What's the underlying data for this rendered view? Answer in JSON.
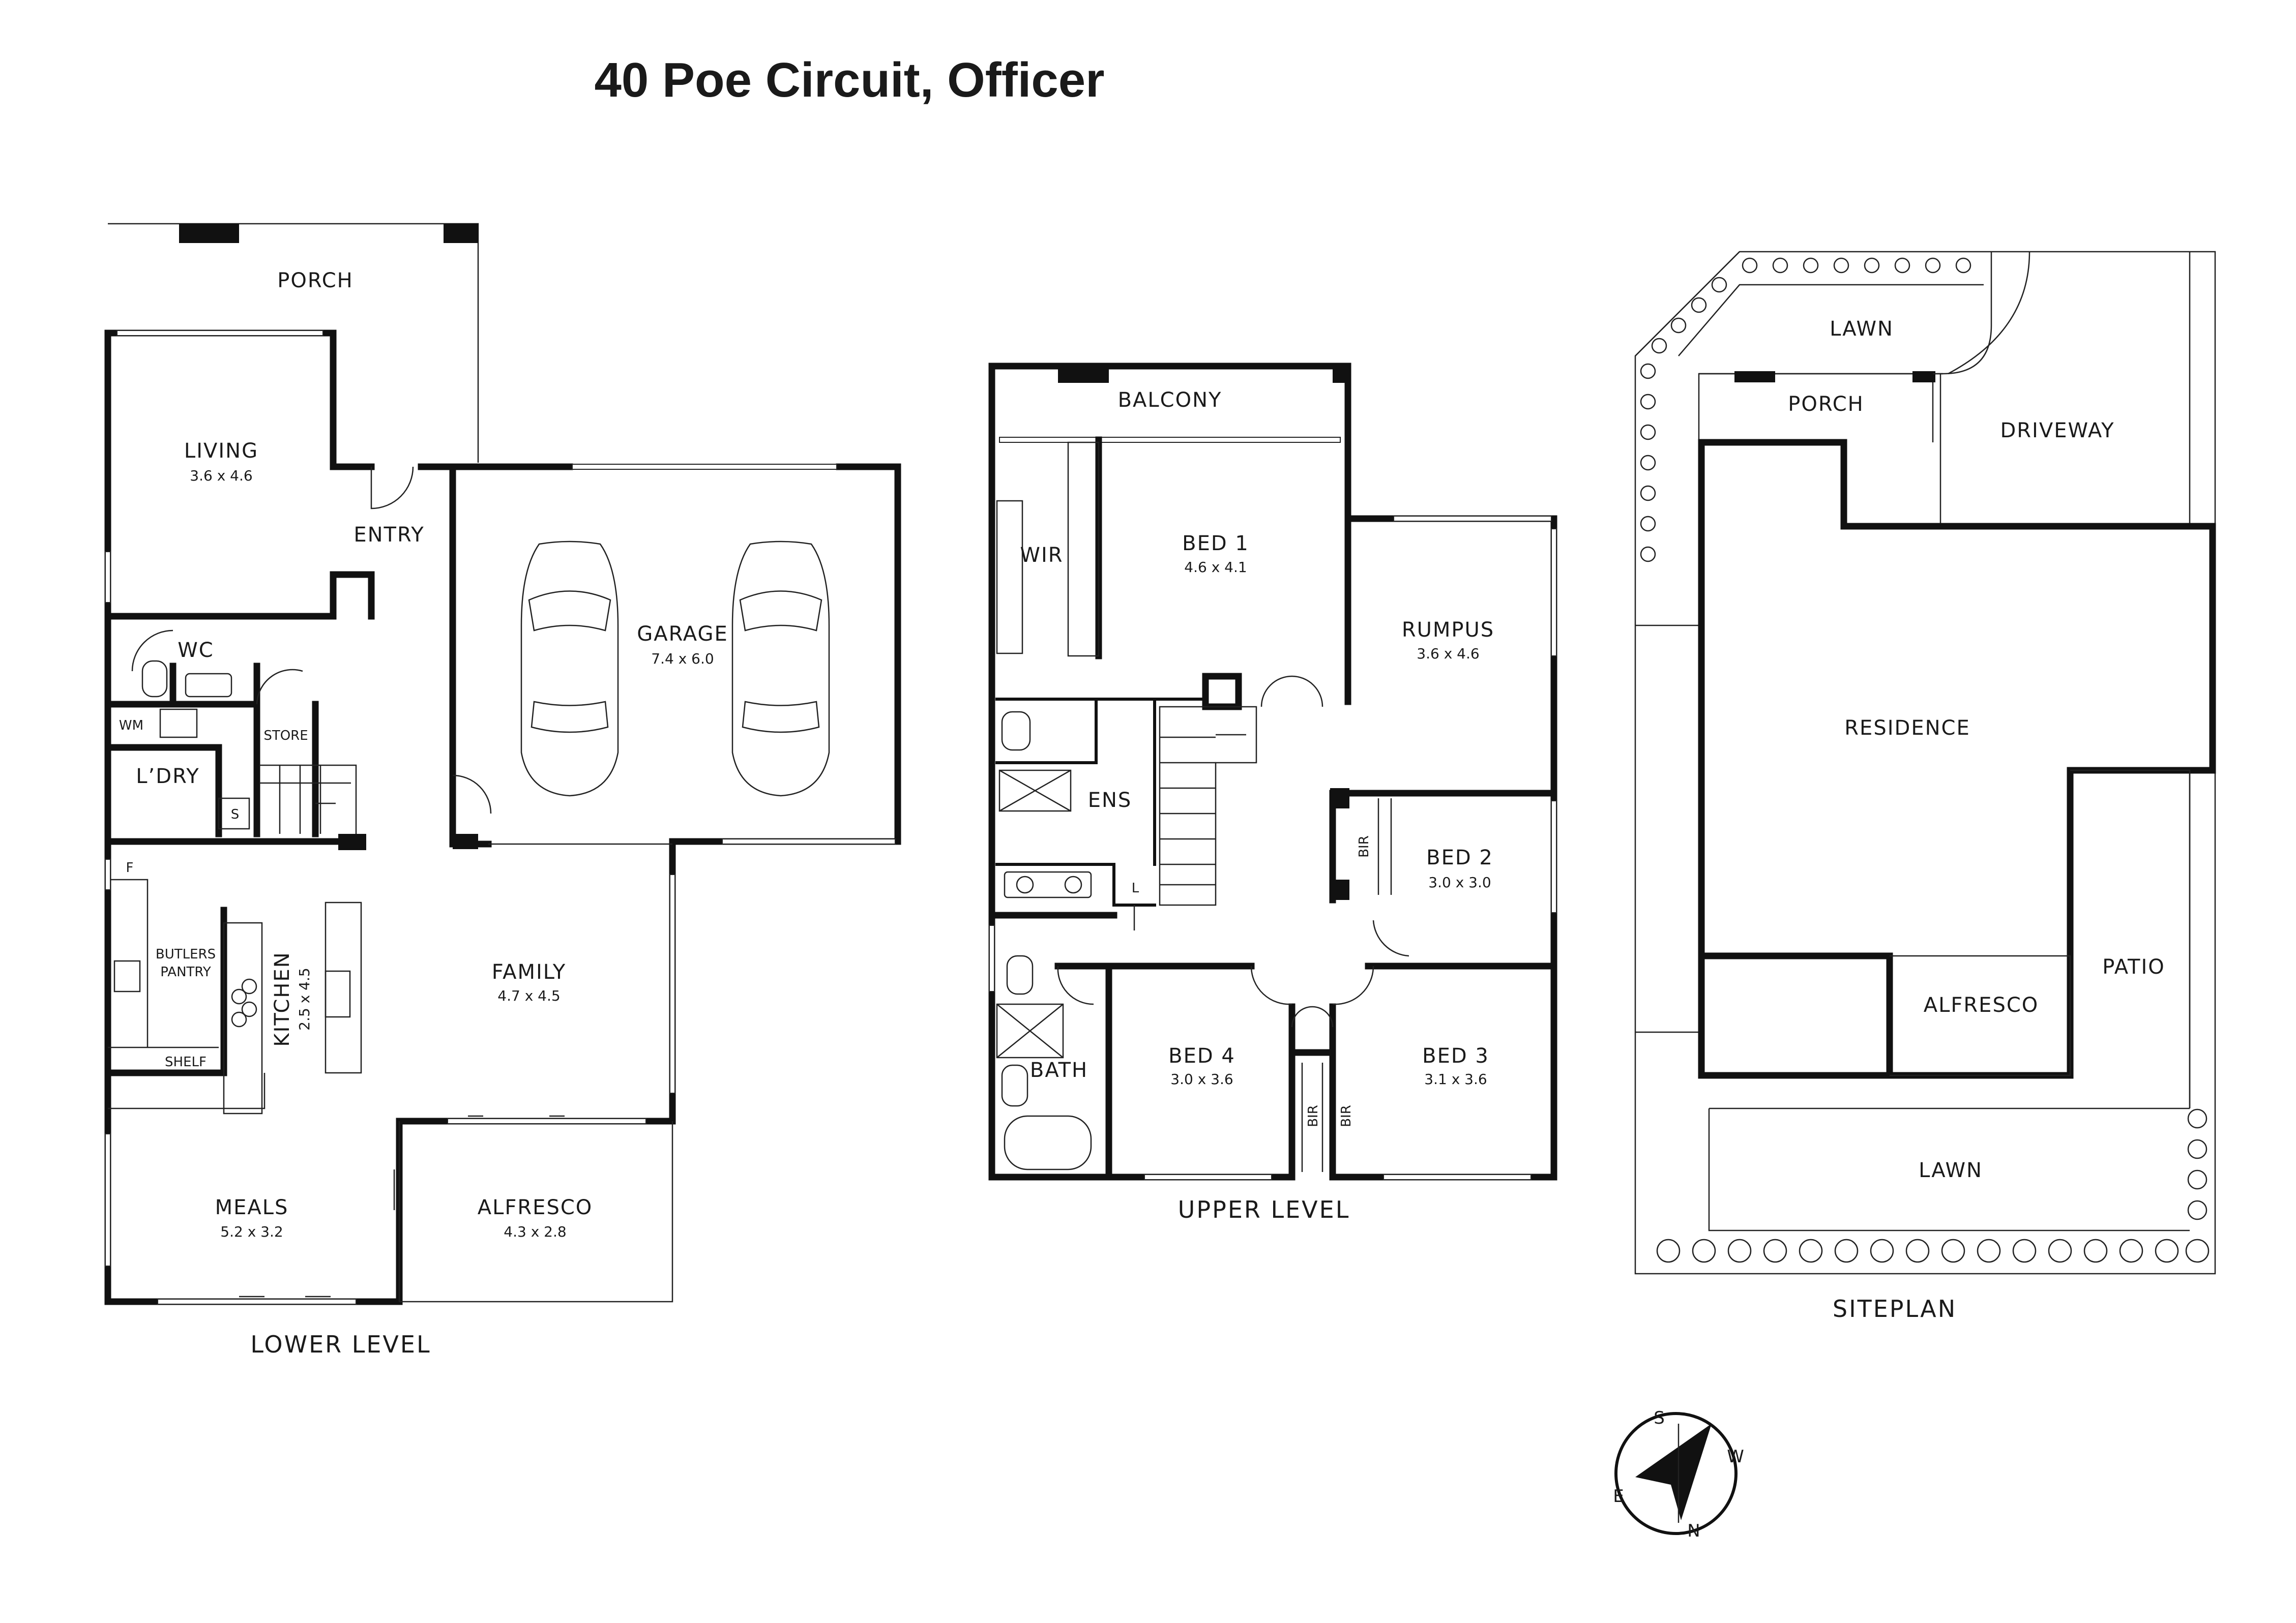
{
  "title": "40 Poe Circuit, Officer",
  "lower_level": {
    "label": "LOWER LEVEL",
    "rooms": {
      "porch": "PORCH",
      "living": "LIVING",
      "living_dim": "3.6 x 4.6",
      "entry": "ENTRY",
      "garage": "GARAGE",
      "garage_dim": "7.4 x 6.0",
      "wc": "WC",
      "wm": "WM",
      "store": "STORE",
      "laundry": "L’DRY",
      "s": "S",
      "f": "F",
      "butlers": "BUTLERS",
      "pantry": "PANTRY",
      "shelf": "SHELF",
      "kitchen": "KITCHEN",
      "kitchen_dim": "2.5 x 4.5",
      "family": "FAMILY",
      "family_dim": "4.7 x 4.5",
      "meals": "MEALS",
      "meals_dim": "5.2 x 3.2",
      "alfresco": "ALFRESCO",
      "alfresco_dim": "4.3 x 2.8"
    }
  },
  "upper_level": {
    "label": "UPPER LEVEL",
    "rooms": {
      "balcony": "BALCONY",
      "wir": "WIR",
      "bed1": "BED 1",
      "bed1_dim": "4.6 x 4.1",
      "rumpus": "RUMPUS",
      "rumpus_dim": "3.6 x 4.6",
      "ens": "ENS",
      "l": "L",
      "bed2": "BED 2",
      "bed2_dim": "3.0 x 3.0",
      "bath": "BATH",
      "bed4": "BED 4",
      "bed4_dim": "3.0 x 3.6",
      "bed3": "BED 3",
      "bed3_dim": "3.1 x 3.6",
      "bir": "BIR"
    }
  },
  "siteplan": {
    "label": "SITEPLAN",
    "areas": {
      "lawn_front": "LAWN",
      "porch": "PORCH",
      "driveway": "DRIVEWAY",
      "residence": "RESIDENCE",
      "alfresco": "ALFRESCO",
      "patio": "PATIO",
      "lawn_rear": "LAWN"
    }
  },
  "compass": {
    "s": "S",
    "w": "W",
    "e": "E",
    "n": "N"
  }
}
